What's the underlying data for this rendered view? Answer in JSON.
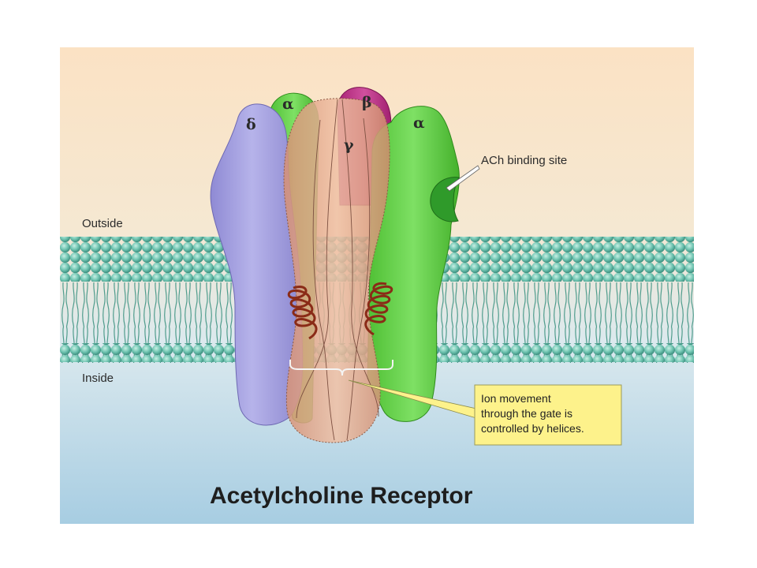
{
  "labels": {
    "outside": "Outside",
    "inside": "Inside",
    "ach_binding_site": "ACh binding site",
    "callout_lines": [
      "Ion movement",
      "through the gate is",
      "controlled by helices."
    ],
    "title": "Acetylcholine Receptor"
  },
  "subunits": {
    "delta": "δ",
    "alpha_back": "α",
    "beta": "β",
    "gamma": "γ",
    "alpha_front": "α"
  },
  "colors": {
    "sky_top": "#fbe3c3",
    "sky_bottom": "#a9cfe3",
    "membrane": "#6dc2b0",
    "delta": "#a9a6e0",
    "alpha": "#5fcf45",
    "beta": "#c23a8c",
    "gamma": "#e3a98b",
    "helix": "#8a2b17",
    "callout": "#fdf28b"
  }
}
